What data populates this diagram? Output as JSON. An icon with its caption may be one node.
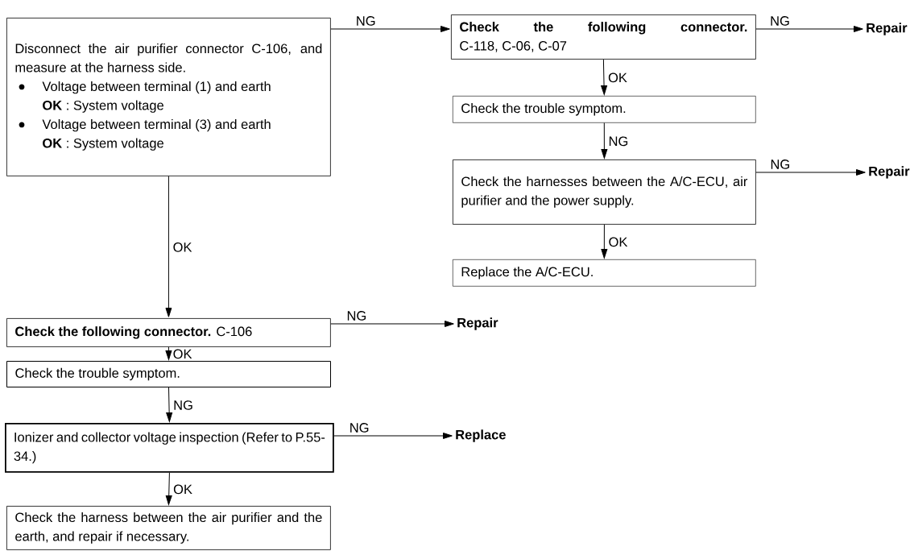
{
  "diagram": {
    "nodes": [
      {
        "text": [
          "Disconnect the air purifier connector C-106, and measure at the harness side.",
          "Voltage between terminal (1) and earth",
          "**OK** : System voltage",
          "Voltage between terminal (3) and earth",
          "**OK** : System voltage"
        ]
      },
      {
        "text": [
          "Check the following connector.",
          "C-118, C-06, C-07"
        ]
      },
      {
        "text": [
          "Repair"
        ]
      },
      {
        "text": [
          "Check the trouble symptom."
        ]
      },
      {
        "text": [
          "Check the harnesses between the A/C-ECU, air purifier and the power supply."
        ]
      },
      {
        "text": [
          "Repair"
        ]
      },
      {
        "text": [
          "Replace the A/C-ECU."
        ]
      },
      {
        "text": [
          "Check the following connector.",
          "C-106"
        ]
      },
      {
        "text": [
          "Repair"
        ]
      },
      {
        "text": [
          "Check the trouble symptom."
        ]
      },
      {
        "text": [
          "Ionizer and collector voltage inspection (Refer to P.55-34.)"
        ]
      },
      {
        "text": [
          "Replace"
        ]
      },
      {
        "text": [
          "Check the harness between the air purifier and the earth, and repair if necessary."
        ]
      }
    ],
    "edges": [
      {
        "from": 0,
        "to": 1,
        "arrow": "to",
        "label": "NG"
      },
      {
        "from": 1,
        "to": 2,
        "arrow": "to",
        "label": "NG"
      },
      {
        "from": 1,
        "to": 3,
        "arrow": "to",
        "label": "OK"
      },
      {
        "from": 3,
        "to": 4,
        "arrow": "to",
        "label": "NG"
      },
      {
        "from": 4,
        "to": 5,
        "arrow": "to",
        "label": "NG"
      },
      {
        "from": 4,
        "to": 6,
        "arrow": "to",
        "label": "OK"
      },
      {
        "from": 0,
        "to": 7,
        "arrow": "to",
        "label": "OK"
      },
      {
        "from": 7,
        "to": 8,
        "arrow": "to",
        "label": "NG"
      },
      {
        "from": 7,
        "to": 9,
        "arrow": "to",
        "label": "OK"
      },
      {
        "from": 9,
        "to": 10,
        "arrow": "to",
        "label": "NG"
      },
      {
        "from": 10,
        "to": 11,
        "arrow": "to",
        "label": "NG"
      },
      {
        "from": 10,
        "to": 12,
        "arrow": "to",
        "label": "OK"
      }
    ]
  }
}
